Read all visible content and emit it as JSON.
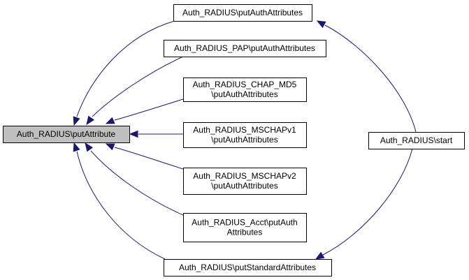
{
  "graph": {
    "colors": {
      "edge": "#191970",
      "node_border": "#000000",
      "focus_fill": "#bfbfbf",
      "node_fill": "#ffffff"
    },
    "nodes": [
      {
        "id": "put-attribute",
        "lines": [
          "Auth_RADIUS\\putAttribute"
        ]
      },
      {
        "id": "put-auth-attributes",
        "lines": [
          "Auth_RADIUS\\putAuthAttributes"
        ]
      },
      {
        "id": "pap-put-auth-attributes",
        "lines": [
          "Auth_RADIUS_PAP\\putAuthAttributes"
        ]
      },
      {
        "id": "chap-md5-put-auth-attributes",
        "lines": [
          "Auth_RADIUS_CHAP_MD5",
          "\\putAuthAttributes"
        ]
      },
      {
        "id": "mschapv1-put-auth-attributes",
        "lines": [
          "Auth_RADIUS_MSCHAPv1",
          "\\putAuthAttributes"
        ]
      },
      {
        "id": "mschapv2-put-auth-attributes",
        "lines": [
          "Auth_RADIUS_MSCHAPv2",
          "\\putAuthAttributes"
        ]
      },
      {
        "id": "acct-put-auth-attributes",
        "lines": [
          "Auth_RADIUS_Acct\\putAuth",
          "Attributes"
        ]
      },
      {
        "id": "put-standard-attributes",
        "lines": [
          "Auth_RADIUS\\putStandardAttributes"
        ]
      },
      {
        "id": "start",
        "lines": [
          "Auth_RADIUS\\start"
        ]
      }
    ],
    "edges": [
      {
        "from": "put-auth-attributes",
        "to": "put-attribute"
      },
      {
        "from": "pap-put-auth-attributes",
        "to": "put-attribute"
      },
      {
        "from": "chap-md5-put-auth-attributes",
        "to": "put-attribute"
      },
      {
        "from": "mschapv1-put-auth-attributes",
        "to": "put-attribute"
      },
      {
        "from": "mschapv2-put-auth-attributes",
        "to": "put-attribute"
      },
      {
        "from": "acct-put-auth-attributes",
        "to": "put-attribute"
      },
      {
        "from": "put-standard-attributes",
        "to": "put-attribute"
      },
      {
        "from": "start",
        "to": "put-auth-attributes"
      },
      {
        "from": "start",
        "to": "put-standard-attributes"
      }
    ]
  }
}
